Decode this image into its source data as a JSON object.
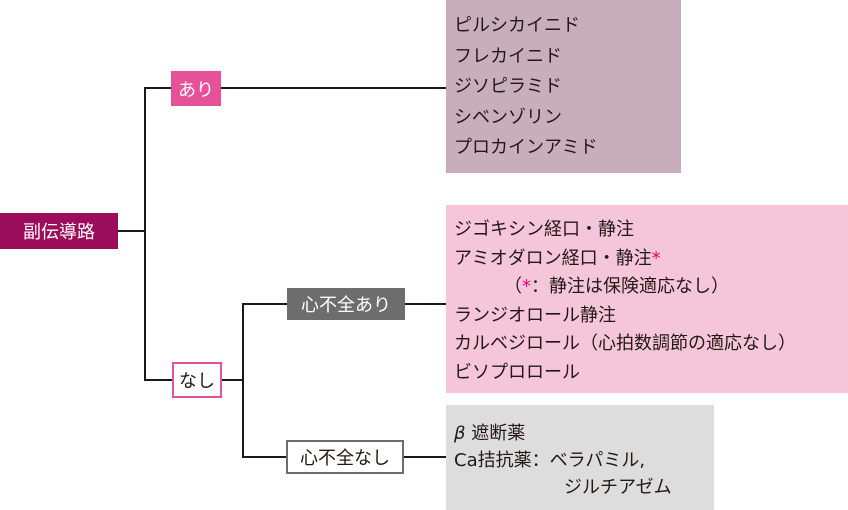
{
  "colors": {
    "root_bg": "#9b0d5b",
    "accent_pink": "#e6519a",
    "dark_gray": "#6d6d6d",
    "panel_purple": "#c8aebb",
    "panel_pink": "#f5c6da",
    "panel_gray": "#dddddd",
    "asterisk": "#e4007f"
  },
  "root": {
    "label": "副伝導路"
  },
  "branches": {
    "yes": {
      "label": "あり"
    },
    "no": {
      "label": "なし"
    },
    "hf_yes": {
      "label": "心不全あり"
    },
    "hf_no": {
      "label": "心不全なし"
    }
  },
  "panels": {
    "accessory_pathway_yes": {
      "items": [
        "ピルシカイニド",
        "フレカイニド",
        "ジソピラミド",
        "シベンゾリン",
        "プロカインアミド"
      ]
    },
    "heart_failure_yes": {
      "item1": "ジゴキシン経口・静注",
      "item2": "アミオダロン経口・静注",
      "item2_mark": "*",
      "note_open": "（",
      "note_mark": "*",
      "note_text": "：静注は保険適応なし）",
      "item3": "ランジオロール静注",
      "item4": "カルベジロール（心拍数調節の適応なし）",
      "item5": "ビソプロロール"
    },
    "heart_failure_no": {
      "beta_symbol": "β",
      "beta_label": "遮断薬",
      "ca_label": "Ca拮抗薬：",
      "ca_drug1": "ベラパミル,",
      "ca_drug2": "ジルチアゼム"
    }
  }
}
